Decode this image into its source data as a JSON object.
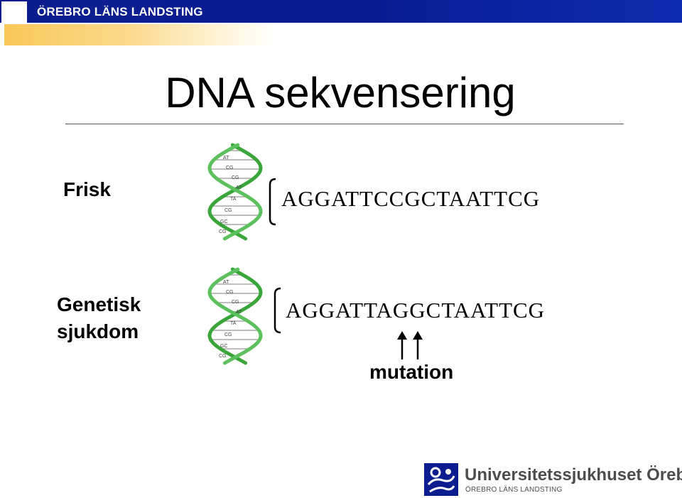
{
  "header": {
    "organization": "ÖREBRO LÄNS LANDSTING",
    "bar_color": "#0b1d8e",
    "accent_color": "#f8c858"
  },
  "slide": {
    "title": "DNA sekvensering",
    "rows": [
      {
        "label_lines": [
          "Frisk"
        ],
        "sequence": "AGGATTCCGCTAATTCG",
        "helix_base_pairs": [
          "AT",
          "CG",
          "CG",
          "AT",
          "TA",
          "CG",
          "GC",
          "CG"
        ]
      },
      {
        "label_lines": [
          "Genetisk",
          "sjukdom"
        ],
        "sequence": "AGGATTAGGCTAATTCG",
        "helix_base_pairs": [
          "AT",
          "CG",
          "CG",
          "AT",
          "TA",
          "CG",
          "GC",
          "CG"
        ]
      }
    ],
    "mutation_label": "mutation",
    "helix_color": "#3aa63a"
  },
  "footer": {
    "logo_name": "Universitetssjukhuset Örebro",
    "logo_sub": "ÖREBRO LÄNS LANDSTING",
    "logo_color": "#0b1d8e"
  }
}
